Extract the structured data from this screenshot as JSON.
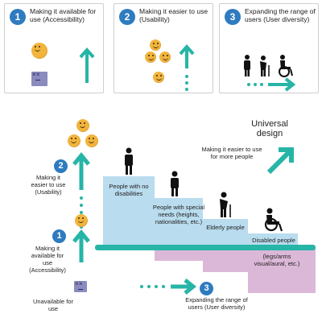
{
  "cards": [
    {
      "num": "1",
      "title": "Making it available for use (Accessibility)"
    },
    {
      "num": "2",
      "title": "Making it easier to use (Usability)"
    },
    {
      "num": "3",
      "title": "Expanding the range of users (User diversity)"
    }
  ],
  "main": {
    "universal_design": "Universal design",
    "easier_more_people": "Making it easier to use for more people",
    "step2_num": "2",
    "step2_label": "Making it easier to use (Usability)",
    "step1_num": "1",
    "step1_label": "Making it available for use (Accessibility)",
    "unavailable": "Unavailable for use",
    "step3_num": "3",
    "step3_label": "Expanding the range of users (User diversity)",
    "groups": [
      {
        "label": "People with no disabilities"
      },
      {
        "label": "People with special needs (heights, nationalities, etc.)"
      },
      {
        "label": "Elderly people"
      },
      {
        "label": "Disabled people"
      }
    ],
    "disabled_detail": "(legs/arms visual/aural, etc.)"
  },
  "colors": {
    "teal": "#26b5a6",
    "blue_badge": "#2e7bbf",
    "step_blue": "#b9dcee",
    "pink": "#dcb8d8",
    "smile": "#f2b43c",
    "sad": "#8b8bbf"
  }
}
